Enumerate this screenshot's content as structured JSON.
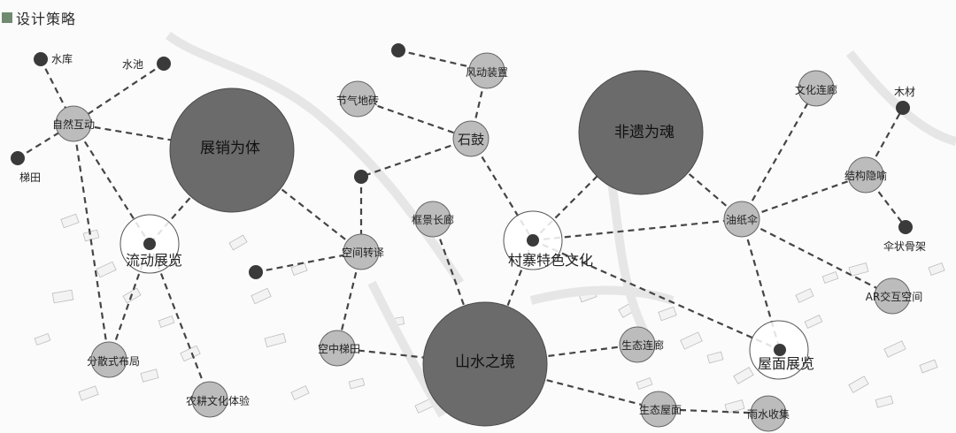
{
  "header": {
    "title": "设计策略",
    "marker_color": "#6f8a6f"
  },
  "colors": {
    "edge": "#454545",
    "large": "#6b6b6b",
    "medium": "#bcbcbc",
    "small": "#3a3a3a",
    "hollow_fill": "#ffffff",
    "hollow_stroke": "#555555",
    "background_buildings": "#e2e2e2"
  },
  "nodes": [
    {
      "id": "zhanxiao",
      "label": "展销为体",
      "kind": "large"
    },
    {
      "id": "feiyi",
      "label": "非遗为魂",
      "kind": "large"
    },
    {
      "id": "shanshui",
      "label": "山水之境",
      "kind": "large"
    },
    {
      "id": "shigu",
      "label": "石鼓",
      "kind": "medium"
    },
    {
      "id": "ziran",
      "label": "自然互动",
      "kind": "medium"
    },
    {
      "id": "jieqi",
      "label": "节气地砖",
      "kind": "medium"
    },
    {
      "id": "fengdong",
      "label": "风动装置",
      "kind": "medium"
    },
    {
      "id": "wenhualianlang",
      "label": "文化连廊",
      "kind": "medium"
    },
    {
      "id": "jiegou",
      "label": "结构隐喻",
      "kind": "medium"
    },
    {
      "id": "youzhisan",
      "label": "油纸伞",
      "kind": "medium"
    },
    {
      "id": "kuangjing",
      "label": "框景长廊",
      "kind": "medium"
    },
    {
      "id": "kongjian",
      "label": "空间转译",
      "kind": "medium"
    },
    {
      "id": "kongzhong",
      "label": "空中梯田",
      "kind": "medium"
    },
    {
      "id": "fensan",
      "label": "分散式布局",
      "kind": "medium"
    },
    {
      "id": "nonggeng",
      "label": "农耕文化体验",
      "kind": "medium"
    },
    {
      "id": "shengtailianlang",
      "label": "生态连廊",
      "kind": "medium"
    },
    {
      "id": "shengtaiwumian",
      "label": "生态屋面",
      "kind": "medium"
    },
    {
      "id": "yushui",
      "label": "雨水收集",
      "kind": "medium"
    },
    {
      "id": "ar",
      "label": "AR交互空间",
      "kind": "medium"
    },
    {
      "id": "liudong",
      "label": "流动展览",
      "kind": "hollow"
    },
    {
      "id": "cunzhai",
      "label": "村寨特色文化",
      "kind": "hollow"
    },
    {
      "id": "wumian",
      "label": "屋面展览",
      "kind": "hollow"
    },
    {
      "id": "shuiku",
      "label": "水库",
      "kind": "small"
    },
    {
      "id": "shuichi",
      "label": "水池",
      "kind": "small"
    },
    {
      "id": "titian",
      "label": "梯田",
      "kind": "small"
    },
    {
      "id": "mucai",
      "label": "木材",
      "kind": "small"
    },
    {
      "id": "sanzhuang",
      "label": "伞状骨架",
      "kind": "small"
    },
    {
      "id": "dot_fengdong",
      "label": "",
      "kind": "small"
    },
    {
      "id": "dot_upper",
      "label": "",
      "kind": "small"
    },
    {
      "id": "dot_left",
      "label": "",
      "kind": "small"
    }
  ],
  "edges": [
    [
      "shuiku",
      "ziran"
    ],
    [
      "shuichi",
      "ziran"
    ],
    [
      "titian",
      "ziran"
    ],
    [
      "ziran",
      "zhanxiao"
    ],
    [
      "ziran",
      "liudong"
    ],
    [
      "ziran",
      "fensan"
    ],
    [
      "zhanxiao",
      "liudong"
    ],
    [
      "zhanxiao",
      "kongjian"
    ],
    [
      "liudong",
      "fensan"
    ],
    [
      "liudong",
      "nonggeng"
    ],
    [
      "jieqi",
      "shigu"
    ],
    [
      "dot_fengdong",
      "fengdong"
    ],
    [
      "fengdong",
      "shigu"
    ],
    [
      "shigu",
      "dot_upper"
    ],
    [
      "shigu",
      "cunzhai"
    ],
    [
      "dot_upper",
      "kongjian"
    ],
    [
      "dot_left",
      "kongjian"
    ],
    [
      "kongjian",
      "kongzhong"
    ],
    [
      "kongzhong",
      "shanshui"
    ],
    [
      "kuangjing",
      "shanshui"
    ],
    [
      "cunzhai",
      "shanshui"
    ],
    [
      "cunzhai",
      "feiyi"
    ],
    [
      "cunzhai",
      "youzhisan"
    ],
    [
      "cunzhai",
      "wumian"
    ],
    [
      "feiyi",
      "youzhisan"
    ],
    [
      "youzhisan",
      "wenhualianlang"
    ],
    [
      "youzhisan",
      "jiegou"
    ],
    [
      "jiegou",
      "mucai"
    ],
    [
      "jiegou",
      "sanzhuang"
    ],
    [
      "youzhisan",
      "ar"
    ],
    [
      "youzhisan",
      "wumian"
    ],
    [
      "shanshui",
      "shengtailianlang"
    ],
    [
      "shanshui",
      "shengtaiwumian"
    ],
    [
      "shengtaiwumian",
      "yushui"
    ]
  ]
}
